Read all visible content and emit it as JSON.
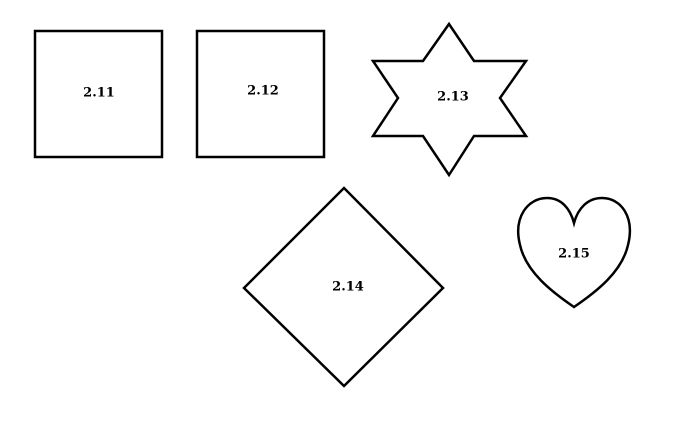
{
  "shapes": [
    {
      "id": "square-1",
      "kind": "square",
      "label": "2.11"
    },
    {
      "id": "square-2",
      "kind": "square",
      "label": "2.12"
    },
    {
      "id": "star",
      "kind": "six-pointed-star",
      "label": "2.13"
    },
    {
      "id": "diamond",
      "kind": "diamond",
      "label": "2.14"
    },
    {
      "id": "heart",
      "kind": "heart",
      "label": "2.15"
    }
  ],
  "colors": {
    "background": "#ffffff",
    "stroke": "#000000"
  }
}
